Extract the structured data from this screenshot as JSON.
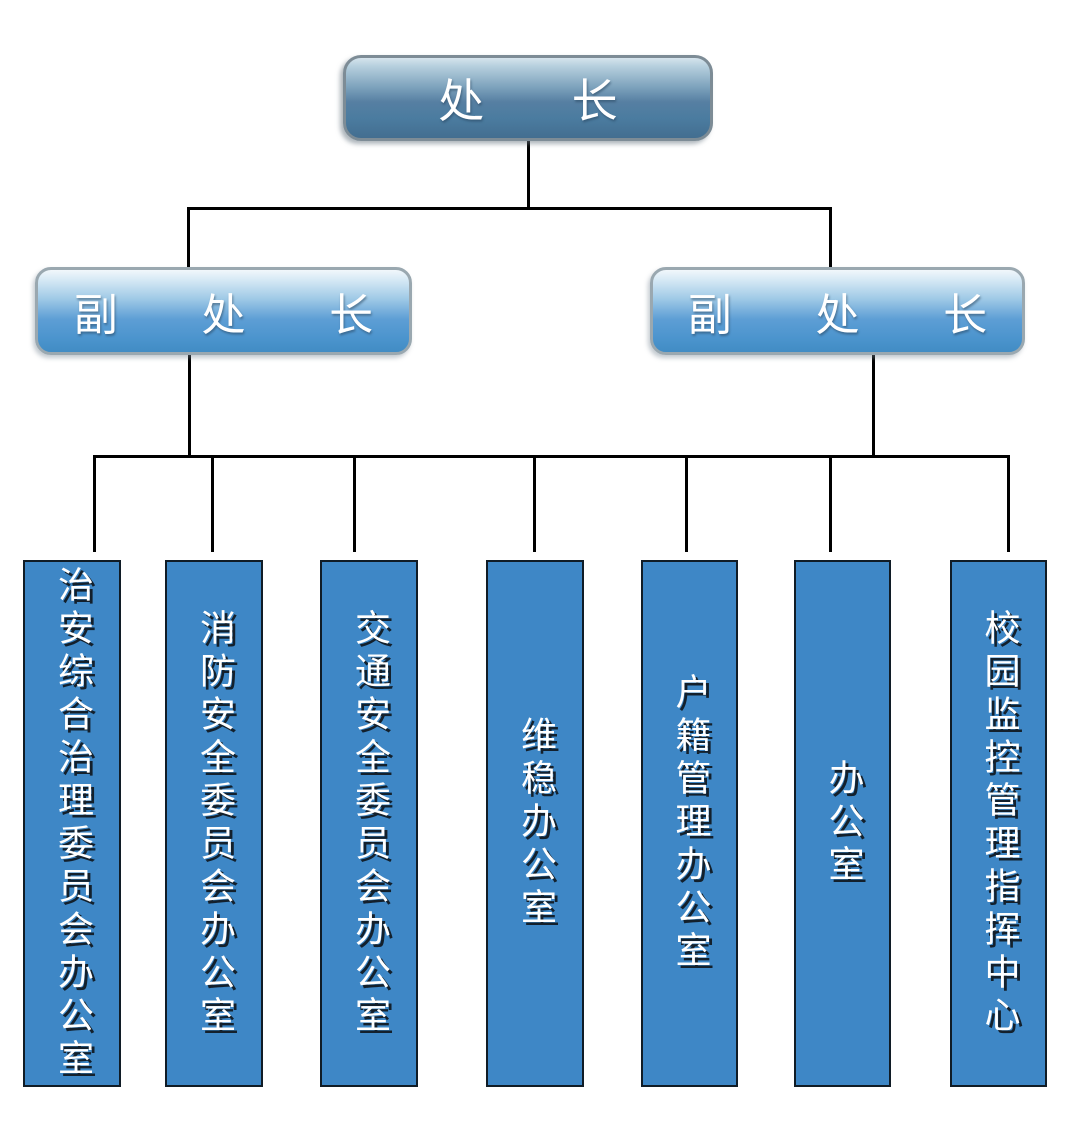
{
  "org": {
    "root": {
      "label": "处　长"
    },
    "deputies": [
      {
        "label": "副　处　长"
      },
      {
        "label": "副　处　长"
      }
    ],
    "departments": [
      {
        "label": "治安综合治理委员会办公室"
      },
      {
        "label": "消防安全委员会办公室"
      },
      {
        "label": "交通安全委员会办公室"
      },
      {
        "label": "维稳办公室"
      },
      {
        "label": "户籍管理办公室"
      },
      {
        "label": "办公室"
      },
      {
        "label": "校园监控管理指挥中心"
      }
    ],
    "colors": {
      "root_fill": "#4b7ca0",
      "deputy_fill": "#4b94cd",
      "department_fill": "#3e87c6",
      "department_border": "#101c26",
      "connector": "#000000",
      "text": "#ffffff"
    }
  }
}
